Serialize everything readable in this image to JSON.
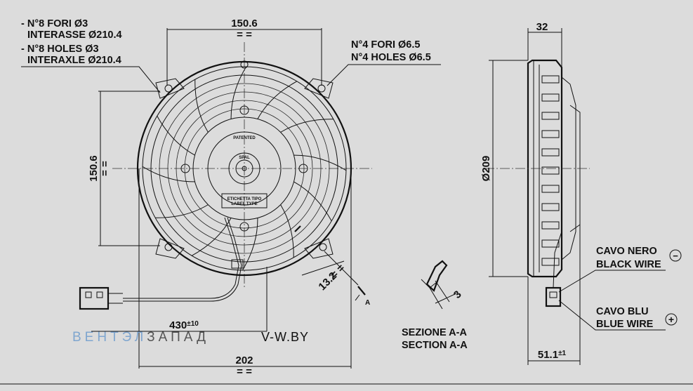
{
  "front_view": {
    "holes3_it_line1": "- N°8 FORI Ø3",
    "holes3_it_line2": "INTERASSE Ø210.4",
    "holes3_en_line1": "- N°8 HOLES Ø3",
    "holes3_en_line2": "INTERAXLE Ø210.4",
    "holes65_it": "N°4 FORI Ø6.5",
    "holes65_en": "N°4 HOLES Ø6.5",
    "dim_width": "150.6",
    "dim_height": "150.6",
    "dim_overall": "202",
    "dim_cable": "430",
    "dim_cable_tol": "±10",
    "dim_13_2": "13.2",
    "section_marker": "A",
    "label_patented": "PATENTED",
    "label_etichetta": "ETICHETTA TIPO",
    "label_type": "LABEL TYPE",
    "label_spal": "SPAL"
  },
  "section": {
    "dim_3": "3",
    "title_it": "SEZIONE A-A",
    "title_en": "SECTION A-A"
  },
  "side_view": {
    "dim_depth": "32",
    "dim_diameter": "Ø209",
    "dim_total": "51.1",
    "dim_total_tol": "±1",
    "black_wire_it": "CAVO NERO",
    "black_wire_en": "BLACK WIRE",
    "black_symbol": "−",
    "blue_wire_it": "CAVO BLU",
    "blue_wire_en": "BLUE WIRE",
    "blue_symbol": "+"
  },
  "watermark": {
    "brand_part1": "ВЕНТЭЛ",
    "brand_part2": "ЗАПАД",
    "site": "V-W.BY",
    "color_part1": "#7fa6cf",
    "color_part2": "#555555"
  }
}
